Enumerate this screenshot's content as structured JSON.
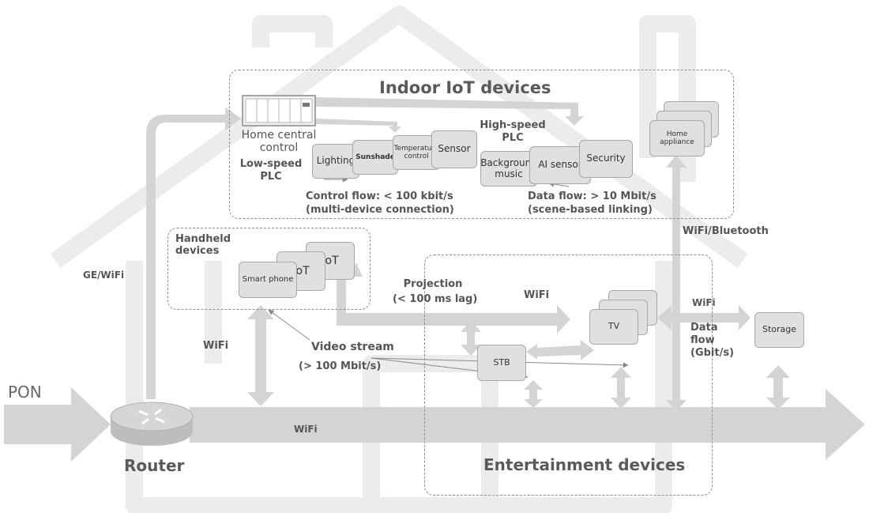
{
  "groups": {
    "indoor_title": "Indoor IoT devices",
    "handheld_title": "Handheld\ndevices",
    "entertainment_title": "Entertainment devices"
  },
  "nodes": {
    "home_central": "Home central\ncontrol",
    "lighting": "Lighting",
    "sunshade": "Sunshade",
    "temperature": "Temperature\ncontrol",
    "sensor": "Sensor",
    "background_music": "Background\nmusic",
    "ai_sensor": "AI sensor",
    "security": "Security",
    "home_appliance": "Home\nappliance",
    "smart_phone": "Smart phone",
    "iot_1": "IoT",
    "iot_2": "IoT",
    "tv": "TV",
    "stb": "STB",
    "storage": "Storage",
    "router": "Router",
    "pon": "PON"
  },
  "labels": {
    "low_speed_plc": "Low-speed\nPLC",
    "high_speed_plc": "High-speed\nPLC",
    "control_flow": "Control flow: < 100 kbit/s\n(multi-device connection)",
    "data_flow": "Data flow: > 10 Mbit/s\n(scene-based linking)",
    "wifi_bluetooth": "WiFi/Bluetooth",
    "ge_wifi": "GE/WiFi",
    "projection": "Projection\n(< 100 ms lag)",
    "wifi_projection": "WiFi",
    "wifi_tv": "WiFi",
    "data_flow_gbit": "Data\nflow\n(Gbit/s)",
    "wifi_handheld": "WiFi",
    "video_stream": "Video stream",
    "video_stream_rate": "(> 100 Mbit/s)",
    "wifi_backbone": "WiFi"
  },
  "colors": {
    "arrow": "#d4d4d4",
    "house": "#ececec",
    "box": "#e0e0e0",
    "dash": "#7f93a8",
    "text": "#555555"
  }
}
